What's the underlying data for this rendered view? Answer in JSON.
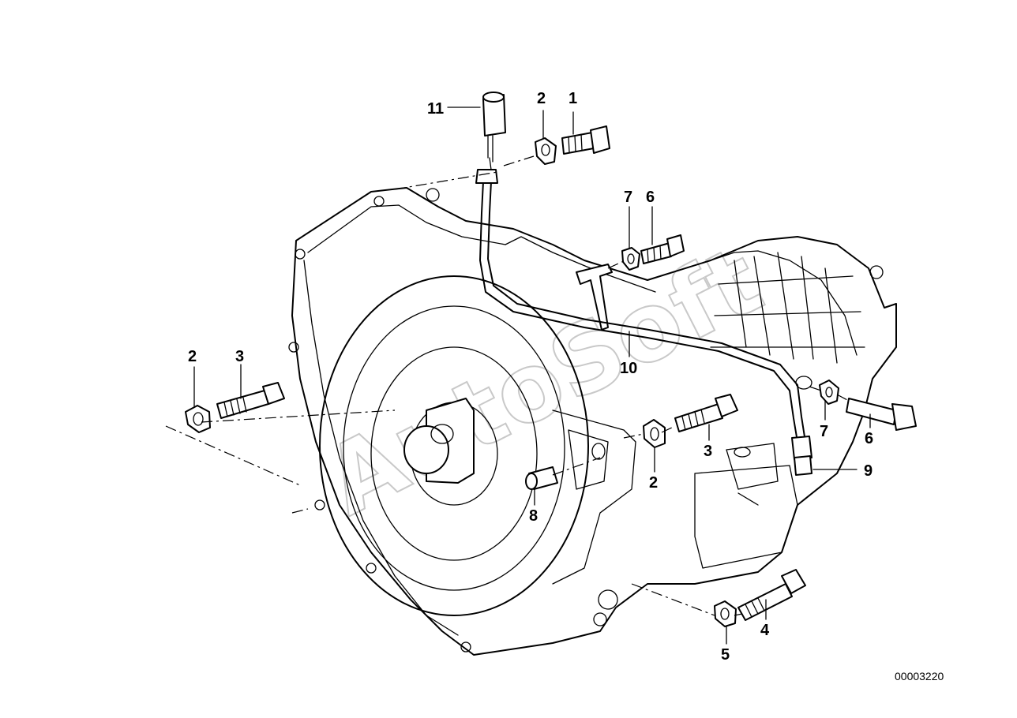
{
  "diagram": {
    "document_number": "00003220",
    "watermark": "AutoSoft",
    "callouts": [
      {
        "id": "c11",
        "text": "11"
      },
      {
        "id": "c2a",
        "text": "2"
      },
      {
        "id": "c1",
        "text": "1"
      },
      {
        "id": "c7a",
        "text": "7"
      },
      {
        "id": "c6a",
        "text": "6"
      },
      {
        "id": "c2b",
        "text": "2"
      },
      {
        "id": "c3a",
        "text": "3"
      },
      {
        "id": "c10",
        "text": "10"
      },
      {
        "id": "c7b",
        "text": "7"
      },
      {
        "id": "c6b",
        "text": "6"
      },
      {
        "id": "c3b",
        "text": "3"
      },
      {
        "id": "c2c",
        "text": "2"
      },
      {
        "id": "c9",
        "text": "9"
      },
      {
        "id": "c8",
        "text": "8"
      },
      {
        "id": "c4",
        "text": "4"
      },
      {
        "id": "c5",
        "text": "5"
      }
    ]
  }
}
